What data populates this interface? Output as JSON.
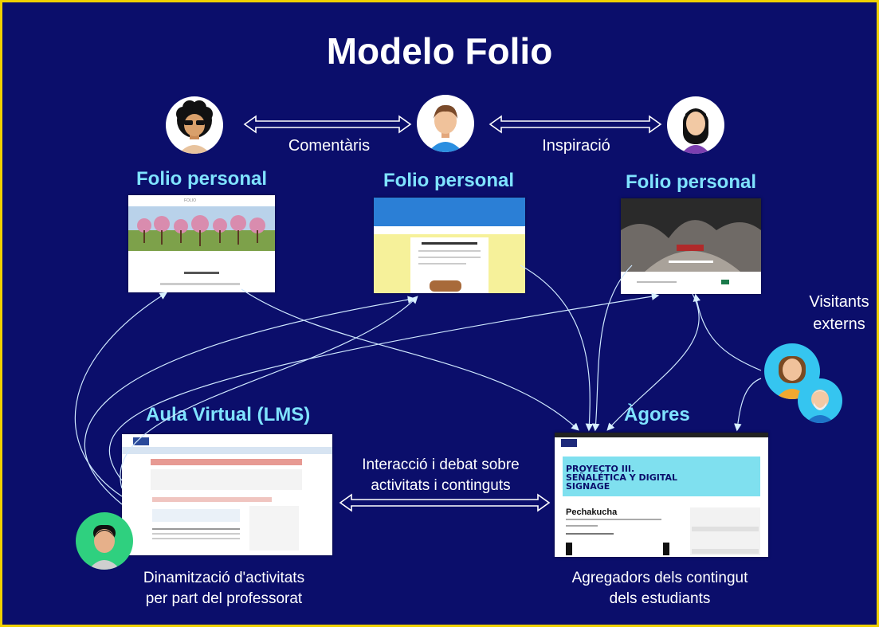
{
  "title": "Modelo Folio",
  "folio_label": "Folio personal",
  "relations": {
    "comments": "Comentàris",
    "inspiration": "Inspiració"
  },
  "visitors": {
    "line1": "Visitants",
    "line2": "externs"
  },
  "lms": {
    "title": "Aula Virtual (LMS)",
    "caption_line1": "Dinamització d'activitats",
    "caption_line2": "per part del professorat"
  },
  "agores": {
    "title": "Àgores",
    "caption_line1": "Agregadors dels contingut",
    "caption_line2": "dels estudiants",
    "screen_title": "PROYECTO III. SEÑALÉTICA Y DIGITAL SIGNAGE",
    "screen_post": "Pechakucha"
  },
  "interaction": {
    "line1": "Interacció i debat sobre",
    "line2": "activitats i continguts"
  },
  "colors": {
    "background": "#0b0e6b",
    "border": "#f0d000",
    "accent": "#7fe3ff"
  }
}
